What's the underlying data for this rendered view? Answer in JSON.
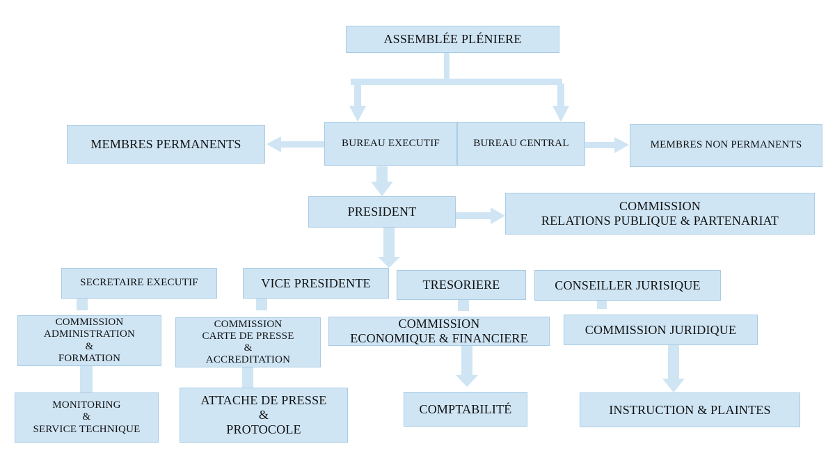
{
  "colors": {
    "box_fill": "#cfe5f4",
    "box_border": "#a9cbe4",
    "connector": "#cfe5f4"
  },
  "nodes": {
    "assemblee": "ASSEMBLÉE PLÉNIERE",
    "membres_permanents": "MEMBRES PERMANENTS",
    "bureau_executif": "BUREAU EXECUTIF",
    "bureau_central": "BUREAU CENTRAL",
    "membres_non_permanents": "MEMBRES NON PERMANENTS",
    "president": "PRESIDENT",
    "commission_relations": "COMMISSION\nRELATIONS PUBLIQUE & PARTENARIAT",
    "secretaire_executif": "SECRETAIRE EXECUTIF",
    "vice_president": "VICE PRESIDENTE",
    "tresoriere": "TRESORIERE",
    "conseiller_juridique": "CONSEILLER JURISIQUE",
    "commission_administration": "COMMISSION\nADMINISTRATION\n&\nFORMATION",
    "commission_carte_presse": "COMMISSION\nCARTE DE PRESSE\n&\nACCREDITATION",
    "commission_economique": "COMMISSION\nECONOMIQUE & FINANCIERE",
    "commission_juridique": "COMMISSION JURIDIQUE",
    "monitoring": "MONITORING\n&\nSERVICE TECHNIQUE",
    "attache_presse": "ATTACHE DE PRESSE\n&\nPROTOCOLE",
    "comptabilite": "COMPTABILITÉ",
    "instruction_plaintes": "INSTRUCTION & PLAINTES"
  }
}
